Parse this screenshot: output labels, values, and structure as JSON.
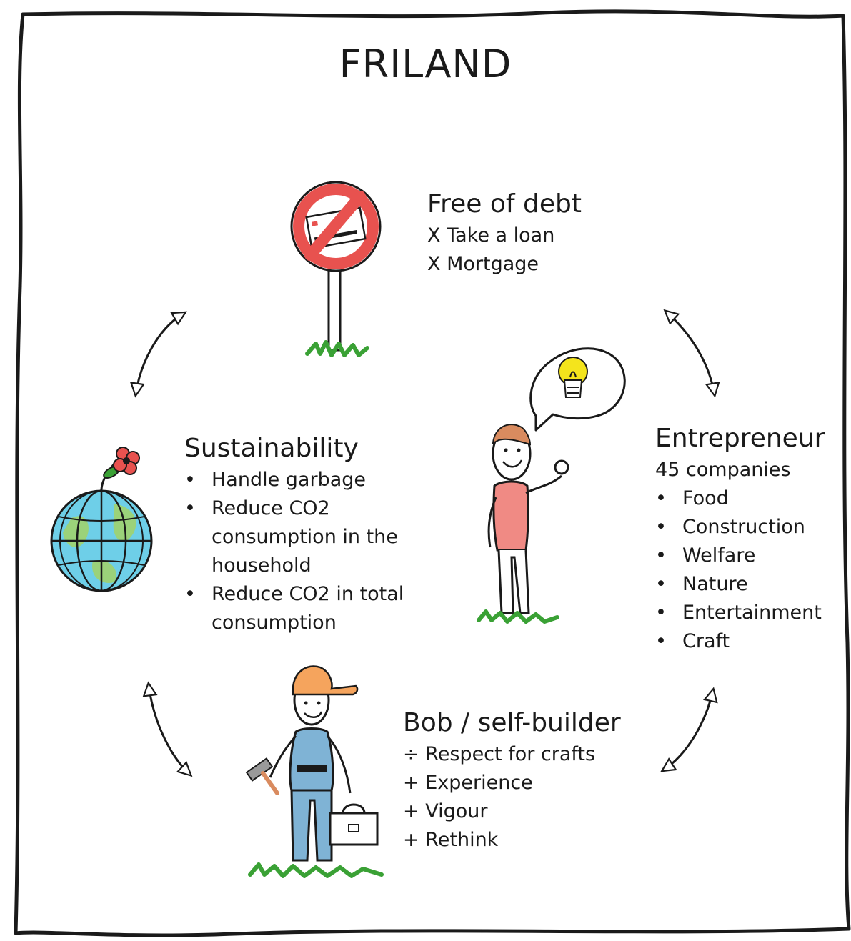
{
  "title": "FRILAND",
  "debt": {
    "heading": "Free of debt",
    "lines": [
      "X Take a loan",
      "X Mortgage"
    ]
  },
  "sustainability": {
    "heading": "Sustainability",
    "items": [
      "Handle garbage",
      "Reduce CO2 consumption in the household",
      "Reduce CO2 in total consumption"
    ]
  },
  "entrepreneur": {
    "heading": "Entrepreneur",
    "subheading": "45 companies",
    "items": [
      "Food",
      "Construction",
      "Welfare",
      "Nature",
      "Entertainment",
      "Craft"
    ]
  },
  "builder": {
    "heading": "Bob / self-builder",
    "lines": [
      "÷ Respect for crafts",
      "+ Experience",
      "+ Vigour",
      "+ Rethink"
    ]
  },
  "icons": {
    "debt": "no-credit-card-sign-icon",
    "sustainability": "globe-with-flower-icon",
    "entrepreneur": "person-with-idea-bulb-icon",
    "builder": "builder-with-hammer-and-toolbox-icon",
    "cycle": "double-headed-arrow-icon"
  },
  "colors": {
    "sign_red": "#e8524f",
    "grass": "#3aa135",
    "shirt": "#f08a84",
    "hair": "#d98b5f",
    "helmet": "#f5a45d",
    "overalls": "#7fb3d5",
    "bulb": "#f4e41c",
    "globe_water": "#6ecfe8",
    "globe_land": "#9bd27a"
  }
}
